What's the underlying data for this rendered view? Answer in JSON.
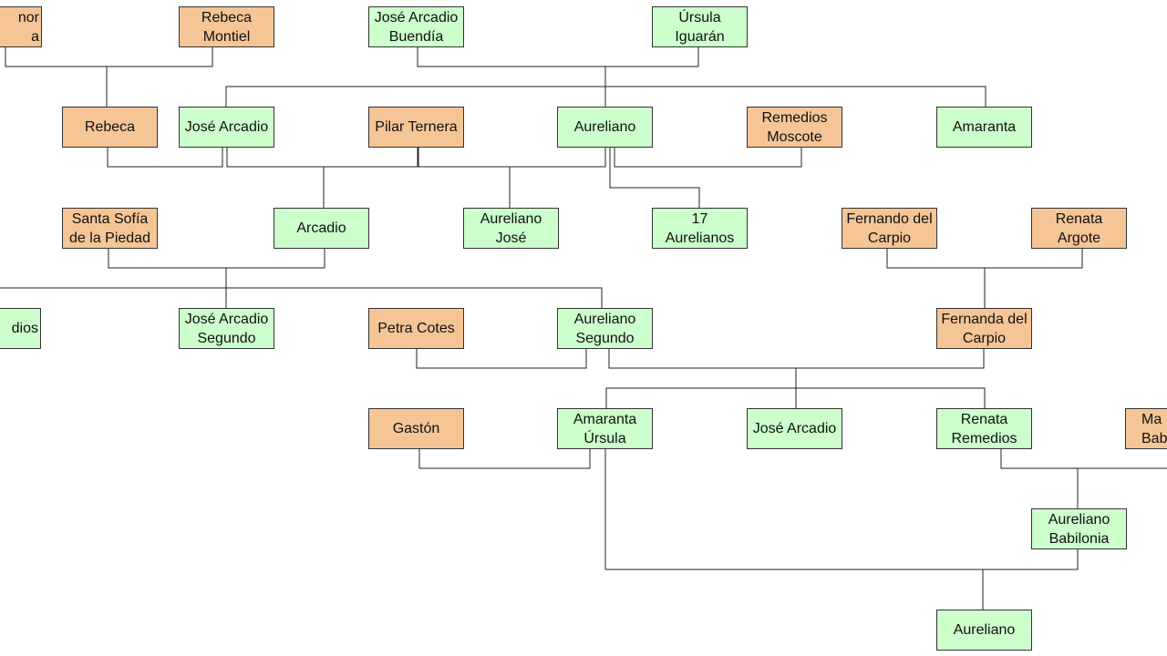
{
  "colors": {
    "family": "#ccffcc",
    "spouse": "#f5c596",
    "line": "#222222"
  },
  "nodes": {
    "nor_ma": {
      "lines": [
        "nor",
        "a"
      ],
      "type": "spouse"
    },
    "rebeca_montiel": {
      "lines": [
        "Rebeca",
        "Montiel"
      ],
      "type": "spouse"
    },
    "jose_arcadio_buendia": {
      "lines": [
        "José Arcadio",
        "Buendía"
      ],
      "type": "family"
    },
    "ursula_iguaran": {
      "lines": [
        "Úrsula",
        "Iguarán"
      ],
      "type": "family"
    },
    "rebeca": {
      "lines": [
        "Rebeca"
      ],
      "type": "spouse"
    },
    "jose_arcadio": {
      "lines": [
        "José Arcadio"
      ],
      "type": "family"
    },
    "pilar_ternera": {
      "lines": [
        "Pilar Ternera"
      ],
      "type": "spouse"
    },
    "aureliano": {
      "lines": [
        "Aureliano"
      ],
      "type": "family"
    },
    "remedios_moscote": {
      "lines": [
        "Remedios",
        "Moscote"
      ],
      "type": "spouse"
    },
    "amaranta": {
      "lines": [
        "Amaranta"
      ],
      "type": "family"
    },
    "santa_sofia": {
      "lines": [
        "Santa Sofía",
        "de la Piedad"
      ],
      "type": "spouse"
    },
    "arcadio": {
      "lines": [
        "Arcadio"
      ],
      "type": "family"
    },
    "aureliano_jose": {
      "lines": [
        "Aureliano",
        "José"
      ],
      "type": "family"
    },
    "diecisiete_aurelianos": {
      "lines": [
        "17",
        "Aurelianos"
      ],
      "type": "family"
    },
    "fernando_del_carpio": {
      "lines": [
        "Fernando del",
        "Carpio"
      ],
      "type": "spouse"
    },
    "renata_argote": {
      "lines": [
        "Renata",
        "Argote"
      ],
      "type": "spouse"
    },
    "remedios_clipped": {
      "lines": [
        "dios"
      ],
      "type": "family"
    },
    "jose_arcadio_segundo": {
      "lines": [
        "José Arcadio",
        "Segundo"
      ],
      "type": "family"
    },
    "petra_cotes": {
      "lines": [
        "Petra Cotes"
      ],
      "type": "spouse"
    },
    "aureliano_segundo": {
      "lines": [
        "Aureliano",
        "Segundo"
      ],
      "type": "family"
    },
    "fernanda_del_carpio": {
      "lines": [
        "Fernanda del",
        "Carpio"
      ],
      "type": "spouse"
    },
    "gaston": {
      "lines": [
        "Gastón"
      ],
      "type": "spouse"
    },
    "amaranta_ursula": {
      "lines": [
        "Amaranta",
        "Úrsula"
      ],
      "type": "family"
    },
    "jose_arcadio_2": {
      "lines": [
        "José Arcadio"
      ],
      "type": "family"
    },
    "renata_remedios": {
      "lines": [
        "Renata",
        "Remedios"
      ],
      "type": "family"
    },
    "mauricio_babilonia": {
      "lines": [
        "Ma",
        "Bab"
      ],
      "type": "spouse"
    },
    "aureliano_babilonia": {
      "lines": [
        "Aureliano",
        "Babilonia"
      ],
      "type": "family"
    },
    "aureliano_last": {
      "lines": [
        "Aureliano"
      ],
      "type": "family"
    }
  }
}
